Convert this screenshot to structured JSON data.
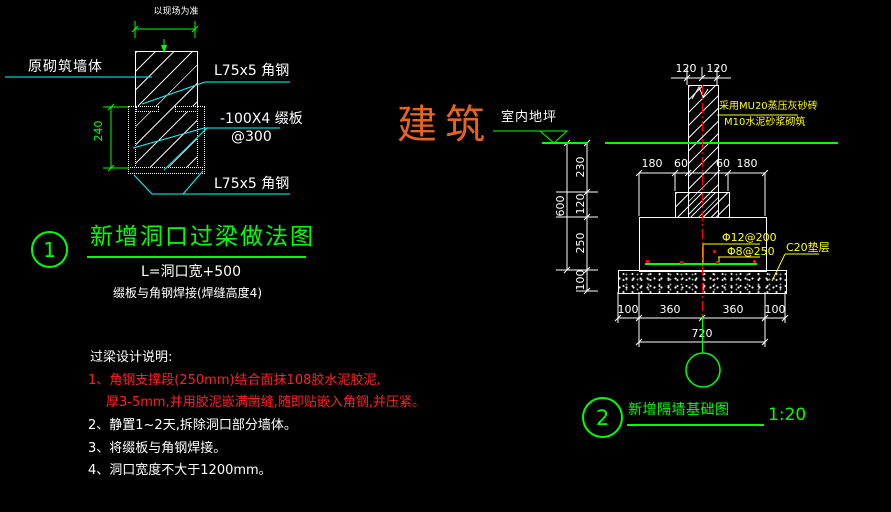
{
  "colors": {
    "green": "#00ff00",
    "cyan": "#00ffff",
    "yellow": "#ffff00",
    "red": "#ff0000",
    "white": "#ffffff",
    "orange": "#e8641e",
    "background": "#000000"
  },
  "stamp": "建筑",
  "drawing1": {
    "bubble": "1",
    "title": "新增洞口过梁做法图",
    "subtitle1": "L=洞口宽+500",
    "subtitle2": "缀板与角钢焊接(焊缝高度4)",
    "dim_top_label": "以现场为准",
    "dim_height": "240",
    "label_wall": "原砌筑墙体",
    "label_angle_top": "L75x5 角钢",
    "label_batten_line1": "-100X4 缀板",
    "label_batten_line2": "@300",
    "label_angle_bottom": "L75x5 角钢"
  },
  "notes": {
    "title": "过梁设计说明:",
    "item1": "1、角钢支撑段(250mm)结合面抹108胶水泥胶泥,",
    "item1b": "厚3-5mm,并用胶泥嵌满凿缝,随即贴嵌入角钢,并压紧。",
    "item2": "2、静置1~2天,拆除洞口部分墙体。",
    "item3": "3、将缀板与角钢焊接。",
    "item4": "4、洞口宽度不大于1200mm。"
  },
  "drawing2": {
    "bubble": "2",
    "title": "新增隔墙基础图",
    "scale": "1:20",
    "floor_label": "室内地坪",
    "brick_note_line1": "采用MU20蒸压灰砂砖",
    "brick_note_line2": "M10水泥砂浆砌筑",
    "rebar_main": "Φ12@200",
    "rebar_dist": "Φ8@250",
    "bedding_label": "C20垫层",
    "dims": {
      "top": [
        "120",
        "120"
      ],
      "mid": [
        "180",
        "60",
        "60",
        "180"
      ],
      "left": [
        "230",
        "120",
        "250",
        "100"
      ],
      "left_total": "600",
      "bottom": [
        "100",
        "360",
        "360",
        "100"
      ],
      "bottom_total": "720"
    }
  }
}
